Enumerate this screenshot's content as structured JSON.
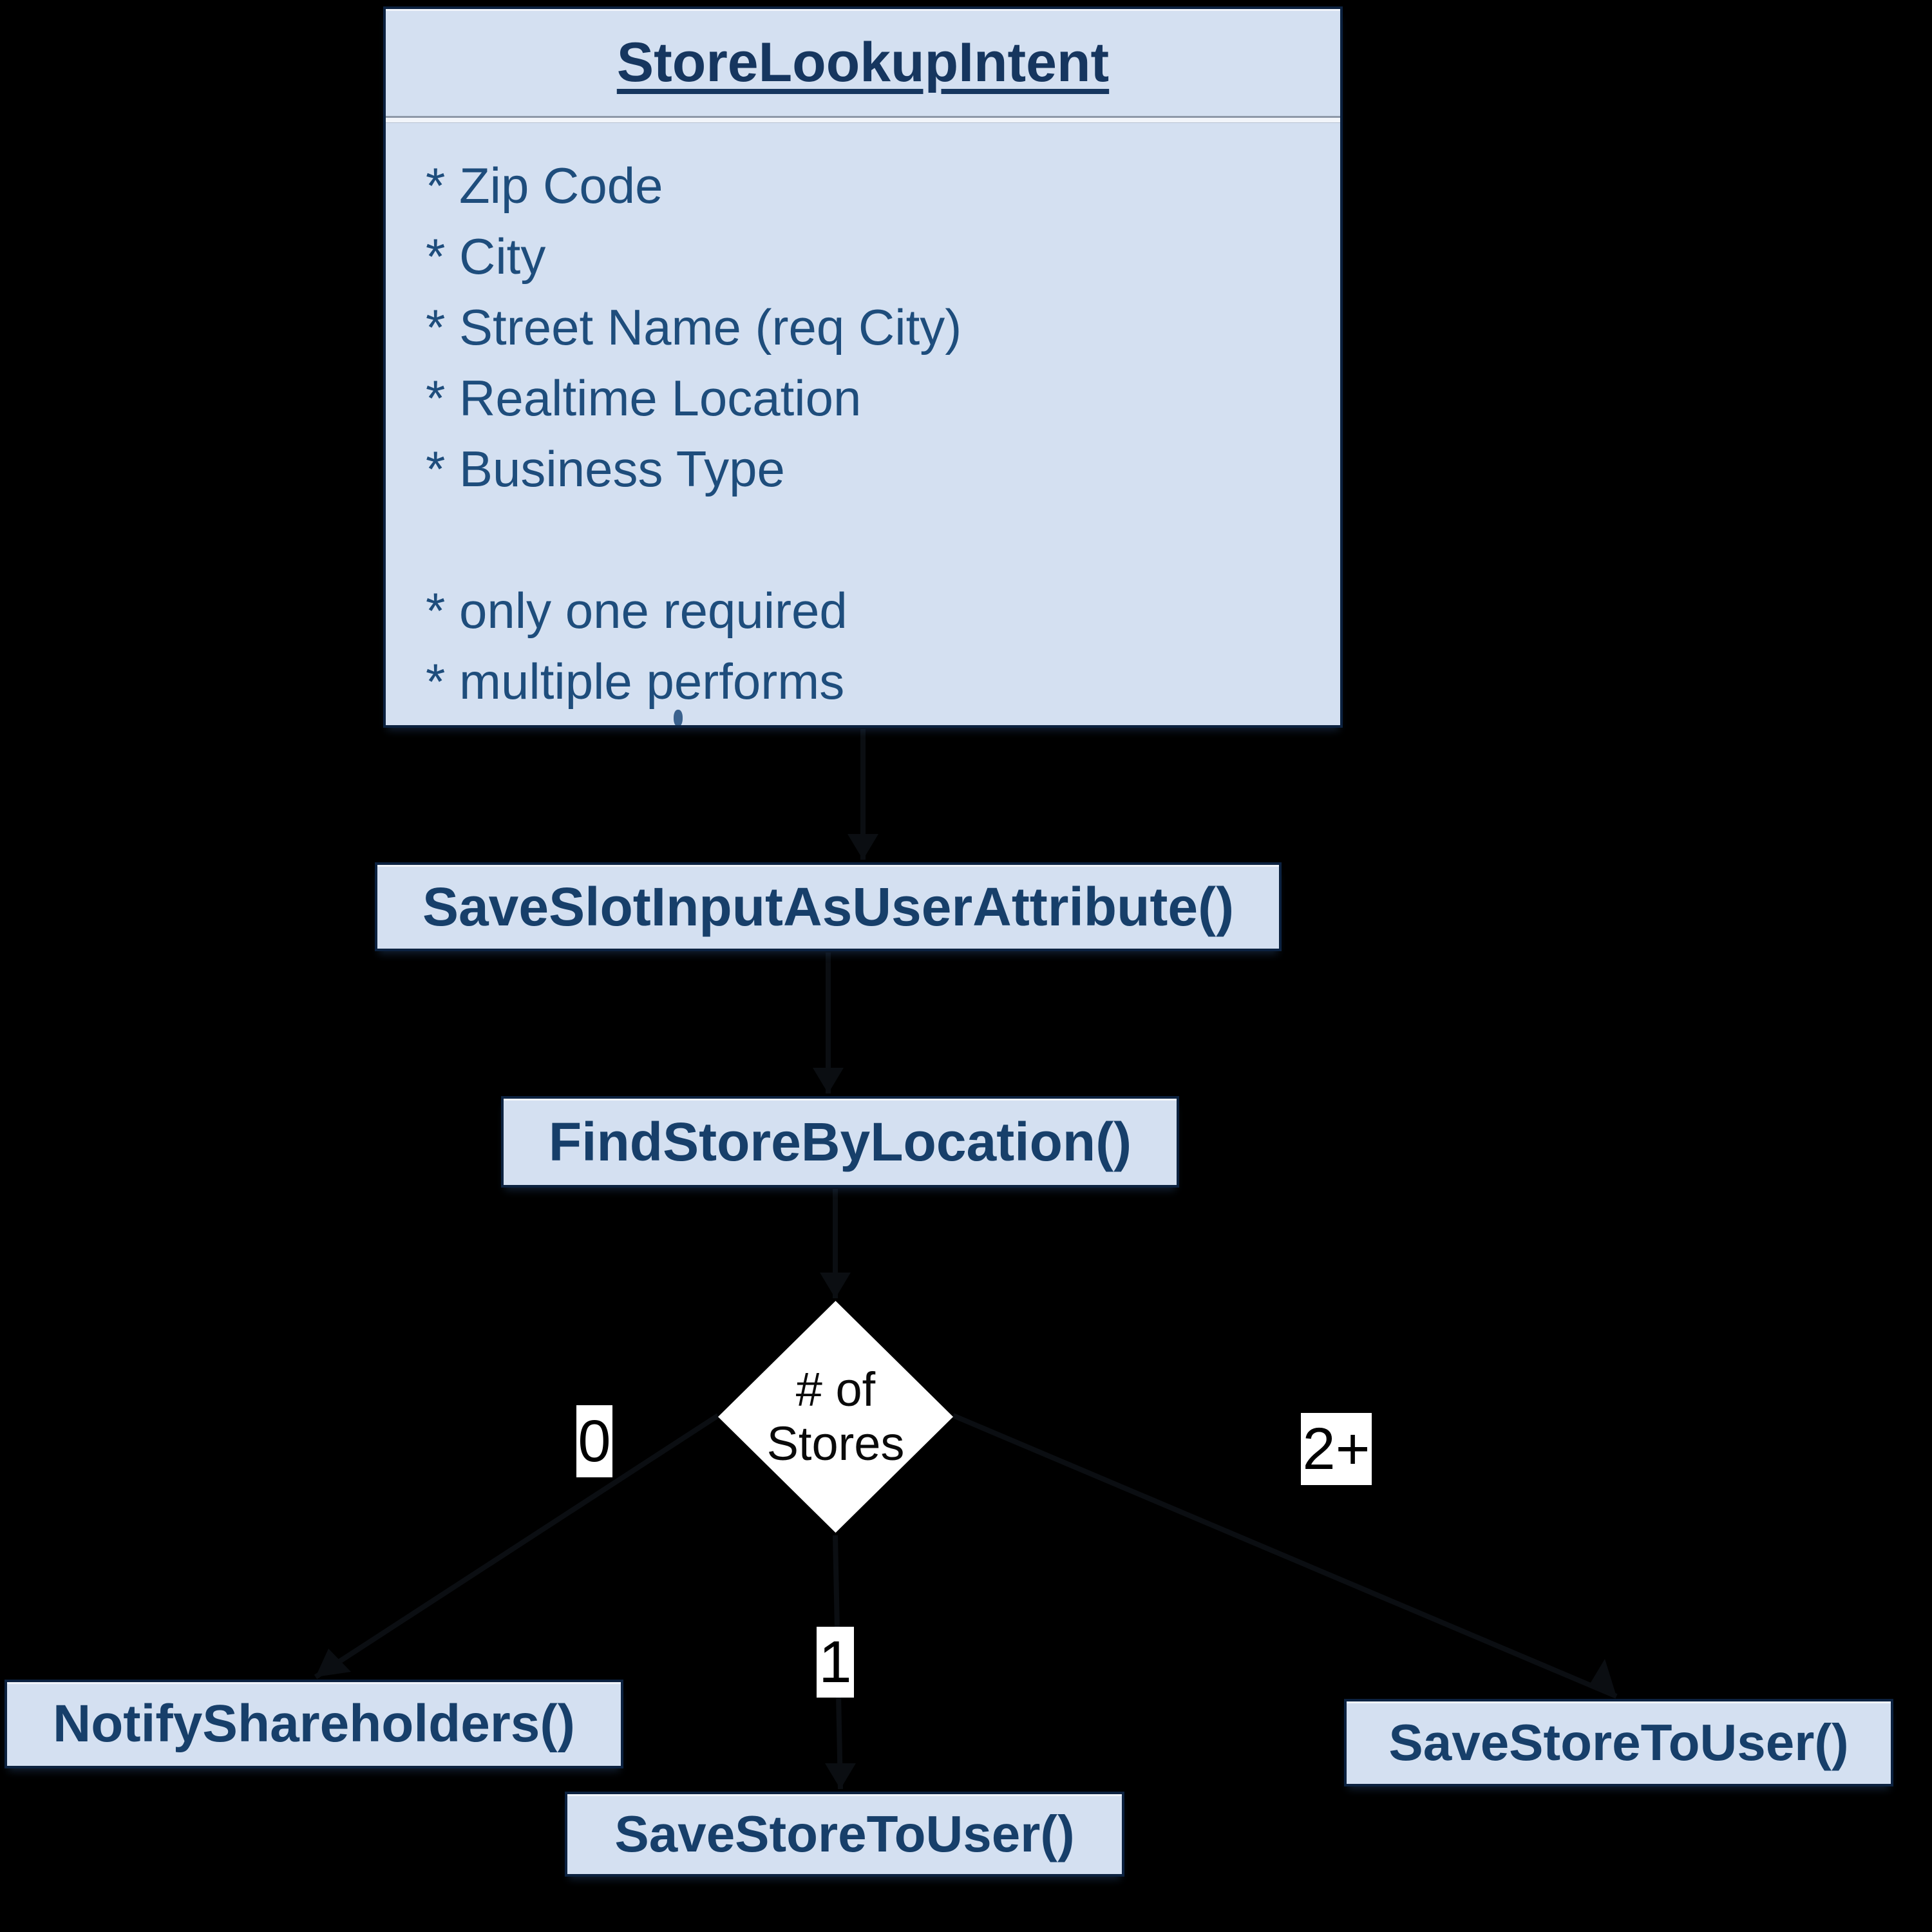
{
  "diagram": {
    "background": "#000000",
    "intent_class": {
      "title": "StoreLookupIntent",
      "attributes": [
        "* Zip Code",
        "* City",
        "* Street Name (req City)",
        "* Realtime Location",
        "* Business Type"
      ],
      "notes": [
        "* only one required",
        "* multiple performs"
      ]
    },
    "process_boxes": {
      "save_slot_input": "SaveSlotInputAsUserAttribute()",
      "find_store_by_location": "FindStoreByLocation()",
      "notify_shareholders": "NotifyShareholders()",
      "save_store_to_user_right": "SaveStoreToUser()",
      "save_store_to_user_bottom": "SaveStoreToUser()"
    },
    "decision": {
      "label_line1": "# of",
      "label_line2": "Stores"
    },
    "branch_labels": {
      "zero": "0",
      "one": "1",
      "two_plus": "2+"
    },
    "colors": {
      "node_fill": "#d4e0f1",
      "node_border": "#0c2240",
      "title_text": "#16365f",
      "attribute_text": "#1e4d7c",
      "method_text": "#173f6a",
      "decision_fill": "#ffffff",
      "decision_text": "#000000",
      "branch_label_bg": "#ffffff",
      "connector": "#0b0e12"
    }
  }
}
